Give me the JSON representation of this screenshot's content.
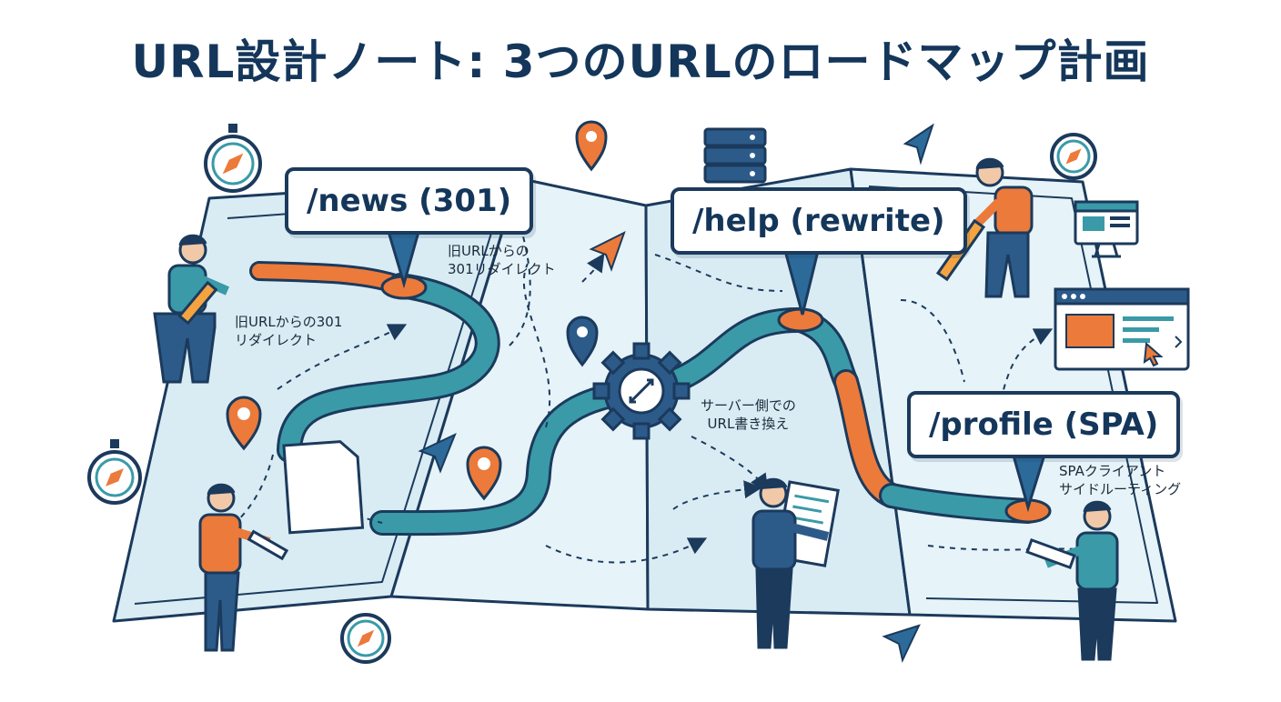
{
  "title": "URL設計ノート: 3つのURLのロードマップ計画",
  "callouts": {
    "news": "/news (301)",
    "help": "/help (rewrite)",
    "profile": "/profile (SPA)"
  },
  "notes": {
    "left_redirect": "旧URLからの301\nリダイレクト",
    "top_redirect": "旧URLからの\n301リダイレクト",
    "server_rewrite": "サーバー側での\nURL書き換え",
    "spa_routing": "SPAクライアント\nサイドルーティング"
  },
  "colors": {
    "navy": "#1b3a5c",
    "teal": "#3a9aa8",
    "orange": "#ec7a3a",
    "map_fill": "#d9ecf4",
    "map_fill_light": "#e6f3f8"
  },
  "icons": [
    "compass-icon",
    "location-pin-icon",
    "navigation-arrow-icon",
    "server-stack-icon",
    "gear-icon",
    "monitor-icon",
    "browser-window-icon",
    "document-icon"
  ]
}
